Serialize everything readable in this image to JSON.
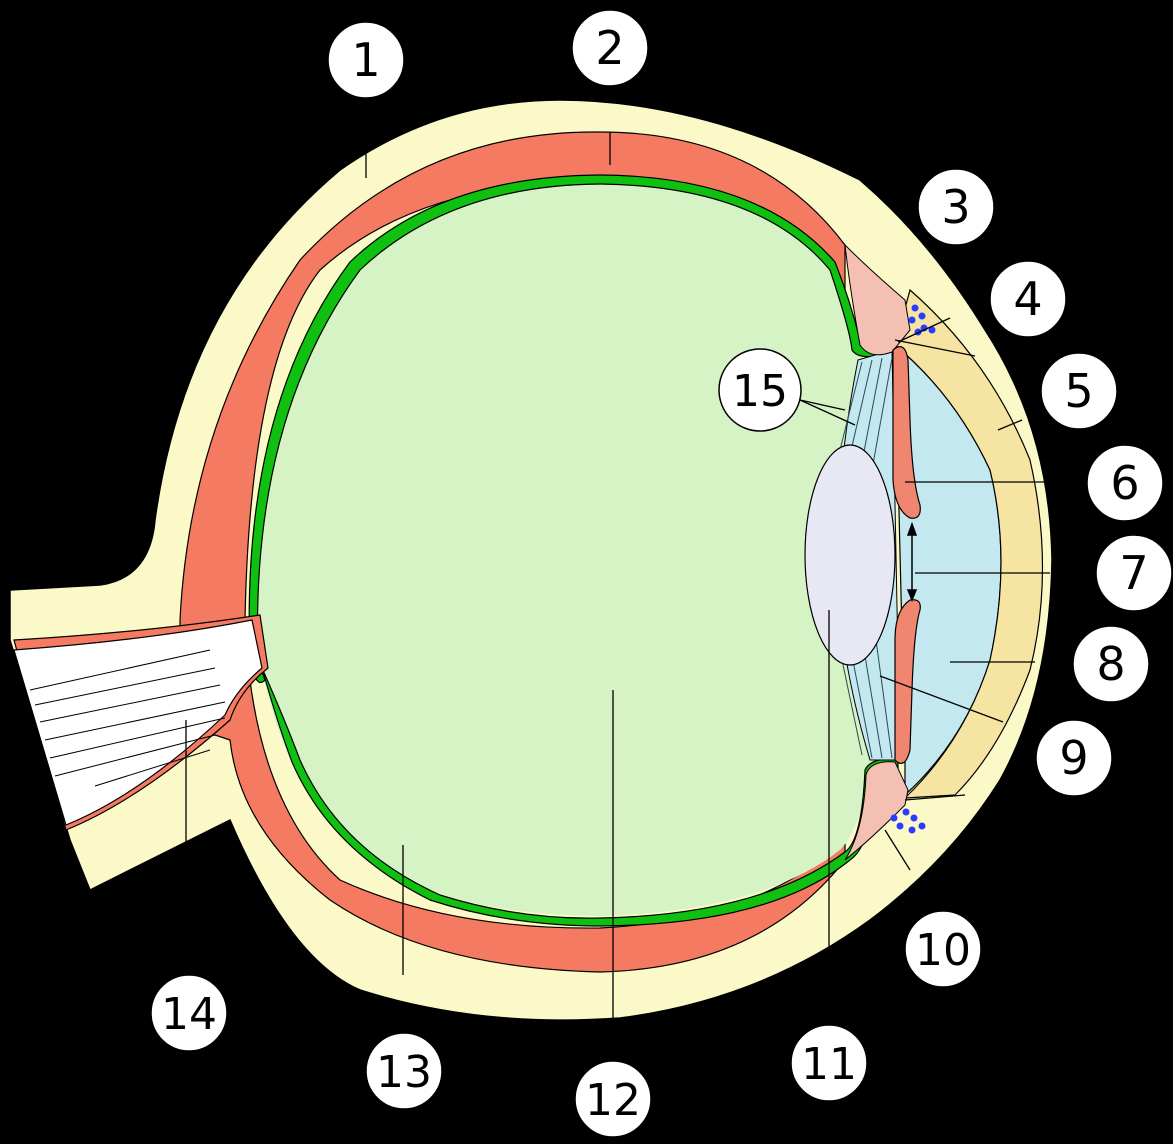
{
  "diagram": {
    "colors": {
      "background": "#000000",
      "sclera": "#fcf9c8",
      "choroid": "#f47a62",
      "retina": "#10c010",
      "vitreous": "#d6f3c6",
      "iris": "#f08570",
      "ciliary": "#f4c0b3",
      "cornea": "#f5e4a2",
      "anterior_chamber": "#c4e8f0",
      "lens": "#e8e8f4",
      "canal_dots": "#2a3cff",
      "optic_nerve": "#ffffff"
    },
    "labels": [
      {
        "id": "1",
        "text": "1"
      },
      {
        "id": "2",
        "text": "2"
      },
      {
        "id": "3",
        "text": "3"
      },
      {
        "id": "4",
        "text": "4"
      },
      {
        "id": "5",
        "text": "5"
      },
      {
        "id": "6",
        "text": "6"
      },
      {
        "id": "7",
        "text": "7"
      },
      {
        "id": "8",
        "text": "8"
      },
      {
        "id": "9",
        "text": "9"
      },
      {
        "id": "10",
        "text": "10"
      },
      {
        "id": "11",
        "text": "11"
      },
      {
        "id": "12",
        "text": "12"
      },
      {
        "id": "13",
        "text": "13"
      },
      {
        "id": "14",
        "text": "14"
      },
      {
        "id": "15",
        "text": "15"
      }
    ]
  }
}
